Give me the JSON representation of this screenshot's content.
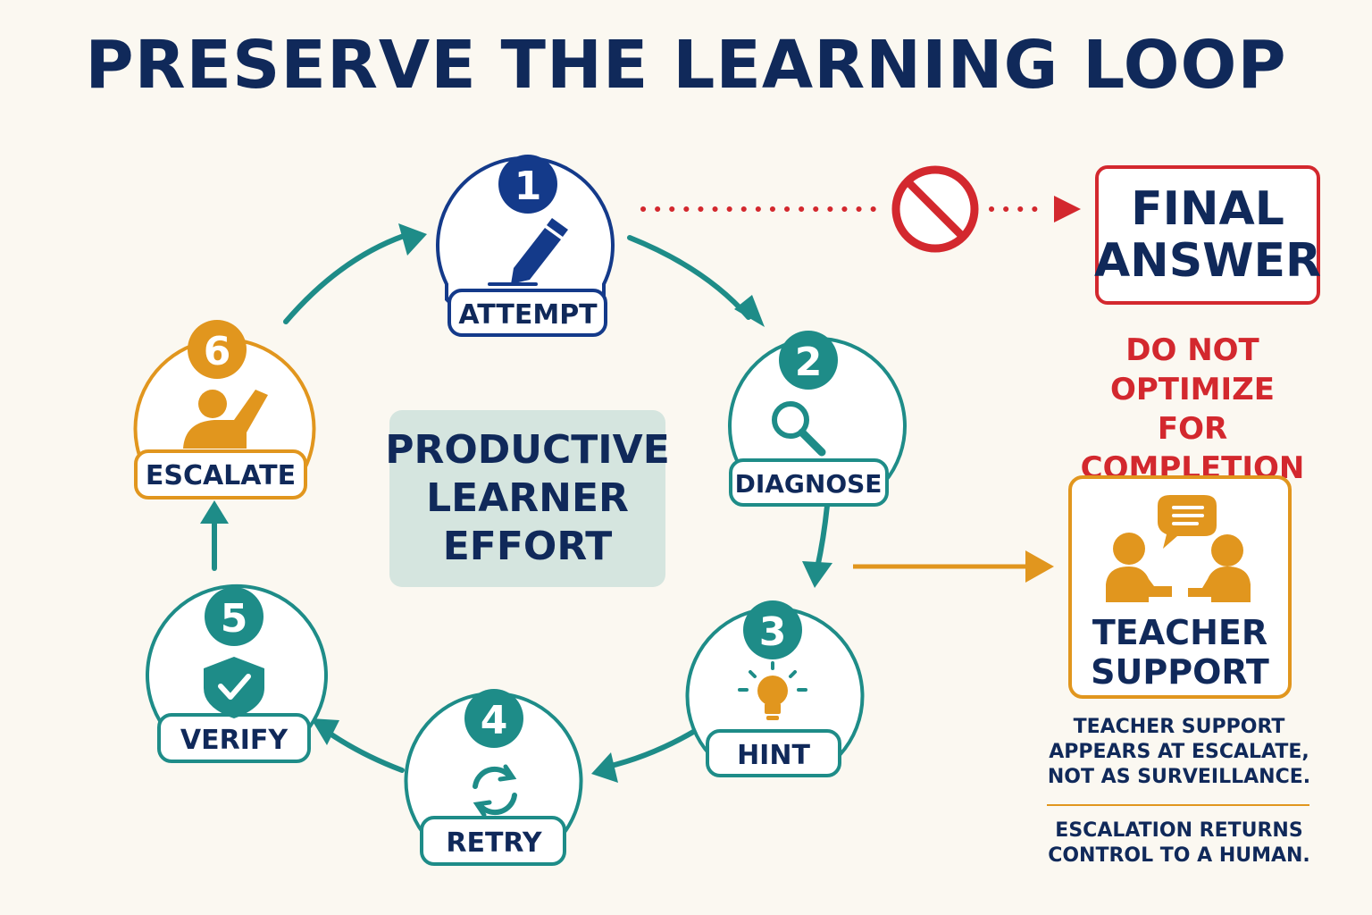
{
  "title": "PRESERVE THE LEARNING LOOP",
  "center": {
    "line1": "PRODUCTIVE",
    "line2": "LEARNER",
    "line3": "EFFORT"
  },
  "steps": [
    {
      "number": "1",
      "label": "ATTEMPT",
      "icon": "pencil-icon",
      "color": "#143a8a"
    },
    {
      "number": "2",
      "label": "DIAGNOSE",
      "icon": "magnifier-icon",
      "color": "#1e8c88"
    },
    {
      "number": "3",
      "label": "HINT",
      "icon": "lightbulb-icon",
      "color": "#1e8c88"
    },
    {
      "number": "4",
      "label": "RETRY",
      "icon": "refresh-icon",
      "color": "#1e8c88"
    },
    {
      "number": "5",
      "label": "VERIFY",
      "icon": "shield-check-icon",
      "color": "#1e8c88"
    },
    {
      "number": "6",
      "label": "ESCALATE",
      "icon": "raised-hand-person-icon",
      "color": "#e1961e"
    }
  ],
  "final_answer": {
    "line1": "FINAL",
    "line2": "ANSWER",
    "icon": "no-entry-icon",
    "color": "#d3282e"
  },
  "warning": {
    "line1": "DO NOT OPTIMIZE",
    "line2": "FOR COMPLETION"
  },
  "teacher_support": {
    "line1": "TEACHER",
    "line2": "SUPPORT",
    "icon": "conversation-icon",
    "color": "#e1961e"
  },
  "notes": {
    "note1": [
      "TEACHER SUPPORT",
      "APPEARS AT ESCALATE,",
      "NOT AS SURVEILLANCE."
    ],
    "note2": [
      "ESCALATION RETURNS",
      "CONTROL TO A HUMAN."
    ]
  }
}
